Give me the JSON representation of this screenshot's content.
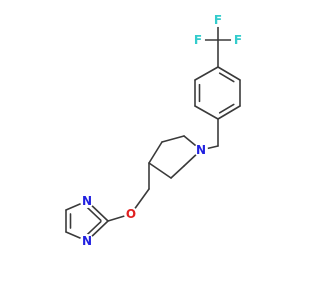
{
  "molecule": {
    "atom_labels": {
      "F1": "F",
      "F2": "F",
      "F3": "F",
      "N_piperidine": "N",
      "O_ether": "O",
      "N_pyrimidine_1": "N",
      "N_pyrimidine_2": "N"
    },
    "colors": {
      "bond": "#3a3a3a",
      "fluorine": "#33cccc",
      "nitrogen": "#2020e0",
      "oxygen": "#e02020",
      "background": "#ffffff"
    }
  }
}
